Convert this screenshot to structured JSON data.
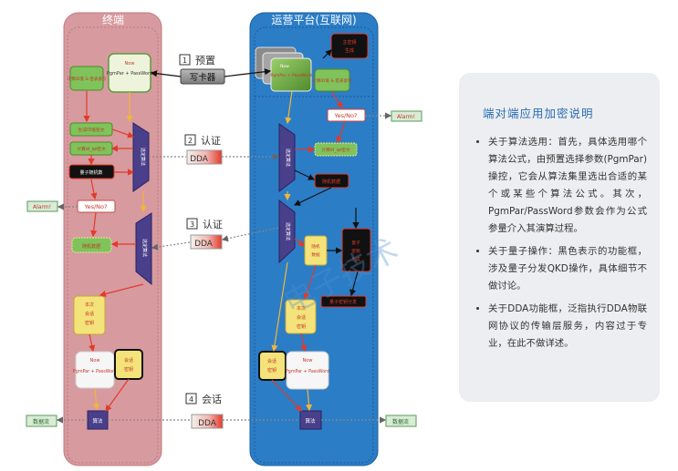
{
  "terminal": {
    "title": "终端",
    "node_pgm": "PgmPar + PassWord",
    "node_pgm_head": "Now",
    "calc_index": "计算ID值 & 密表索引",
    "seed_cipher": "生成ID值密文",
    "calc_id_cipher": "计算id_qz密文",
    "quantum_random": "量子随机数",
    "yesno": "Yes/No?",
    "random_session": "随机数据",
    "session_key": "本次会话密钥",
    "pgm2_head": "Now",
    "pgm2": "PgmPar + PassWord",
    "session_key2": "会话密钥",
    "algo": "算法",
    "alarm": "Alarm!",
    "data_flow": "数据流",
    "select_algo1": "选定算法",
    "select_algo2": "选定算法"
  },
  "platform": {
    "title": "运营平台(互联网)",
    "master_key": "主密钥生成",
    "stack_head": "Now",
    "stack": "PgmPar + PassWord",
    "calc_index": "计算ID值 & 密表索引",
    "yesno": "Yes/No?",
    "alarm": "Alarm!",
    "calc_id_cipher": "计算id_qz密文",
    "random": "随机数据",
    "session_random": "随机数据",
    "quantum": "量子密钥生成",
    "distribute": "量子密钥分发",
    "session_key": "本次会话密钥",
    "session_key2": "会话密钥",
    "pgm_head": "Now",
    "pgm": "PgmPar + PassWord",
    "algo": "算法",
    "data_flow": "数据流",
    "select_algo1": "选定算法",
    "select_algo2": "选定算法"
  },
  "steps": {
    "preset_num": "1",
    "preset": "预置",
    "card_writer": "写卡器",
    "auth1_num": "2",
    "auth1": "认证",
    "auth2_num": "3",
    "auth2": "认证",
    "session_num": "4",
    "session": "会话",
    "dda": "DDA"
  },
  "watermark": "电子技术",
  "note": {
    "title": "端对端应用加密说明",
    "items": [
      "关于算法选用：首先，具体选用哪个算法公式，由预置选择参数(PgmPar)操控，它会从算法集里选出合适的某个或某些个算法公式。其次，PgmPar/PassWord参数会作为公式参量介入其演算过程。",
      "关于量子操作：黑色表示的功能框，涉及量子分发QKD操作，具体细节不做讨论。",
      "关于DDA功能框，泛指执行DDA物联网协议的传输层服务，内容过于专业，在此不做详述。"
    ]
  }
}
